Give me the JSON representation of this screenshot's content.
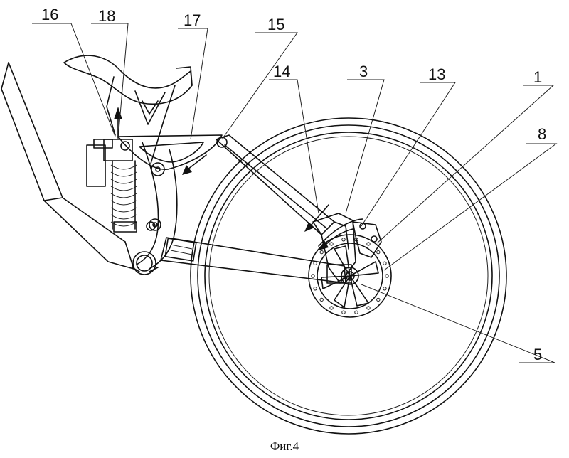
{
  "figure": {
    "caption": "Фиг.4",
    "callouts": [
      {
        "id": "c16",
        "label": "16"
      },
      {
        "id": "c18",
        "label": "18"
      },
      {
        "id": "c17",
        "label": "17"
      },
      {
        "id": "c15",
        "label": "15"
      },
      {
        "id": "c14",
        "label": "14"
      },
      {
        "id": "c3",
        "label": "3"
      },
      {
        "id": "c13",
        "label": "13"
      },
      {
        "id": "c1",
        "label": "1"
      },
      {
        "id": "c8",
        "label": "8"
      },
      {
        "id": "c5",
        "label": "5"
      }
    ]
  }
}
